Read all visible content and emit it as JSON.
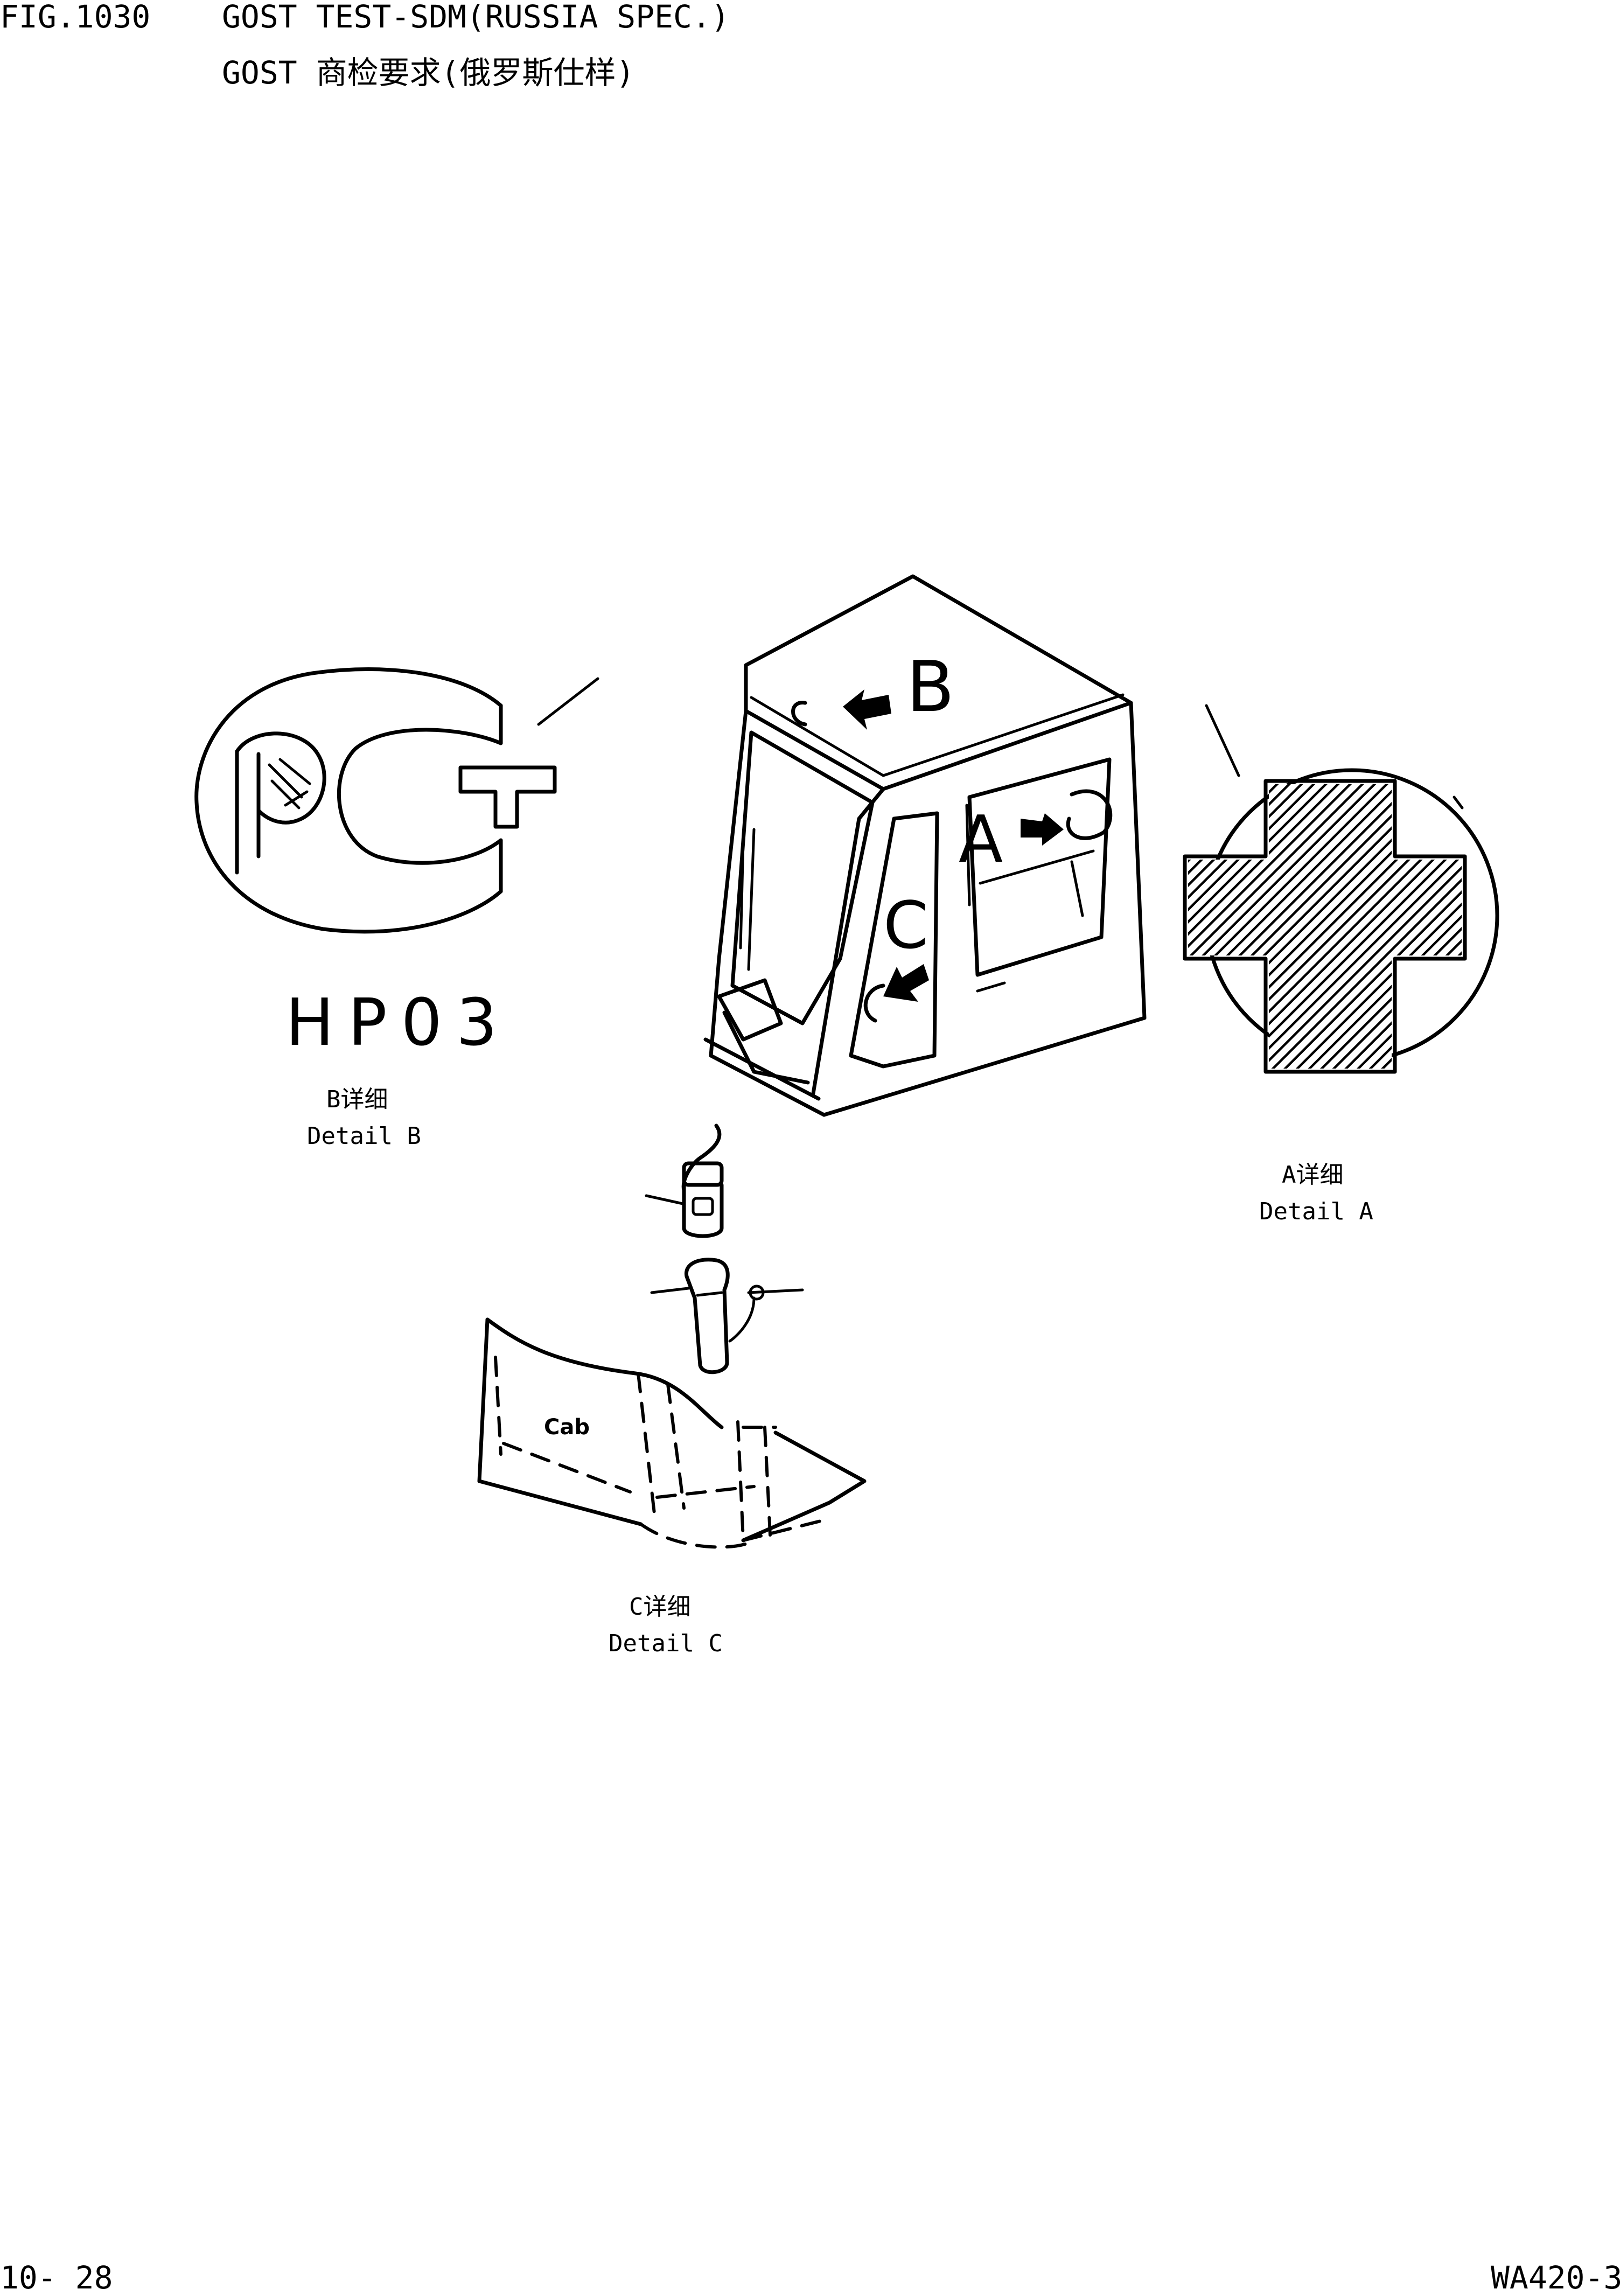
{
  "header": {
    "fig_number": "FIG.1030",
    "title_en": "GOST TEST-SDM(RUSSIA SPEC.)",
    "title_cn": "GOST 商检要求(俄罗斯仕样)"
  },
  "details": {
    "b": {
      "label_cn": "B详细",
      "label_en": "Detail B",
      "marking": "HP03",
      "logo_text": "PCT"
    },
    "a": {
      "label_cn": "A详细",
      "label_en": "Detail A"
    },
    "c": {
      "label_cn": "C详细",
      "label_en": "Detail C",
      "cab_text": "Cab"
    }
  },
  "cab": {
    "callout_a": "A",
    "callout_b": "B",
    "callout_c": "C"
  },
  "footer": {
    "page": "10- 28",
    "model": "WA420-3"
  }
}
